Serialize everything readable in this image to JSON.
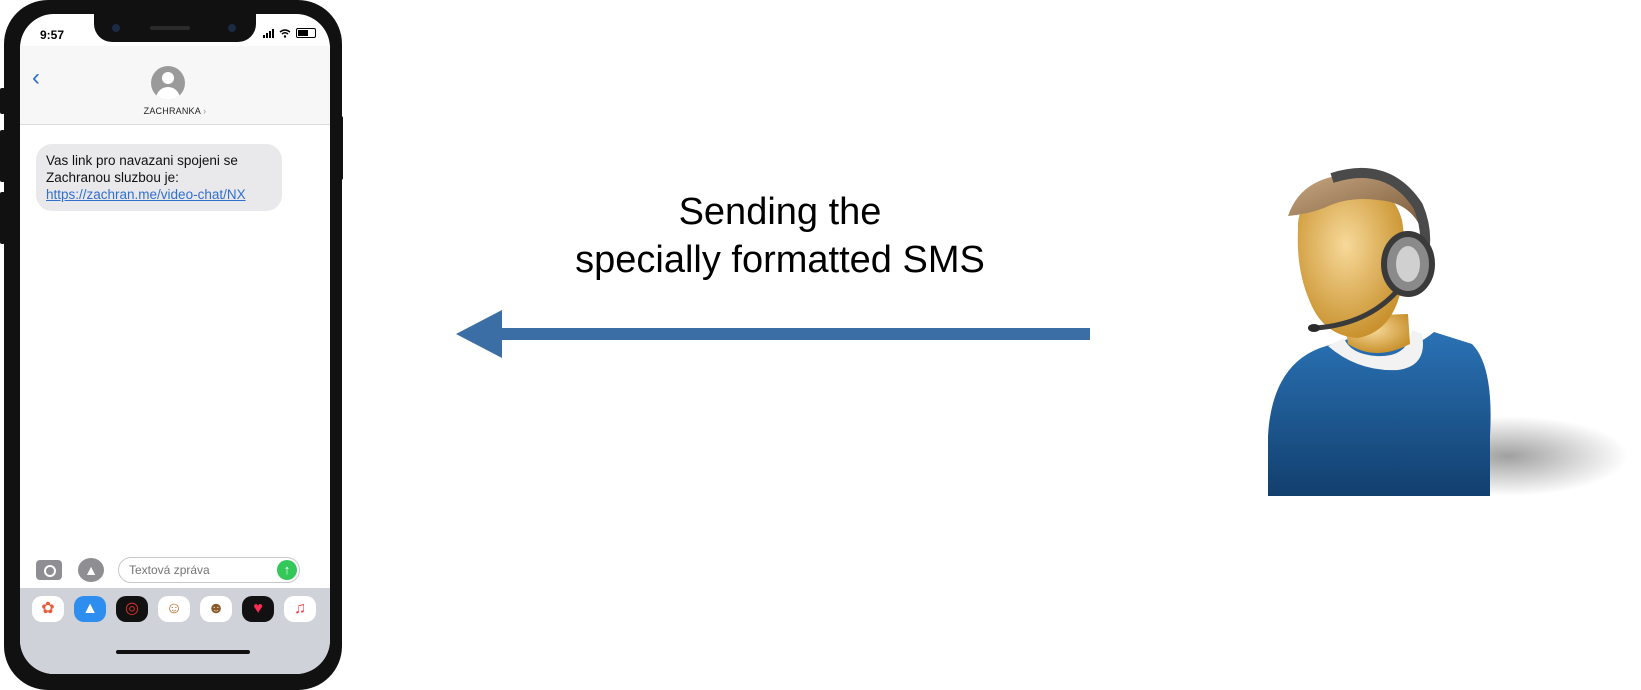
{
  "status_bar": {
    "time": "9:57"
  },
  "conversation": {
    "contact_name": "ZACHRANKA",
    "messages": [
      {
        "text": "Vas link pro navazani spojeni se Zachranou sluzbou je: ",
        "link": "https://zachran.me/video-chat/NX"
      }
    ]
  },
  "composer": {
    "placeholder": "Textová zpráva"
  },
  "app_tray": {
    "icons": [
      "photos-icon",
      "app-store-icon",
      "activity-icon",
      "memoji-icon",
      "monkey-animoji-icon",
      "heart-digital-touch-icon",
      "music-icon"
    ]
  },
  "diagram": {
    "caption_line1": "Sending the",
    "caption_line2": "specially formatted SMS",
    "arrow_color": "#3a6ea5",
    "agent": "support-agent-headset-icon",
    "agent_shirt_color": "#1f5a95"
  }
}
